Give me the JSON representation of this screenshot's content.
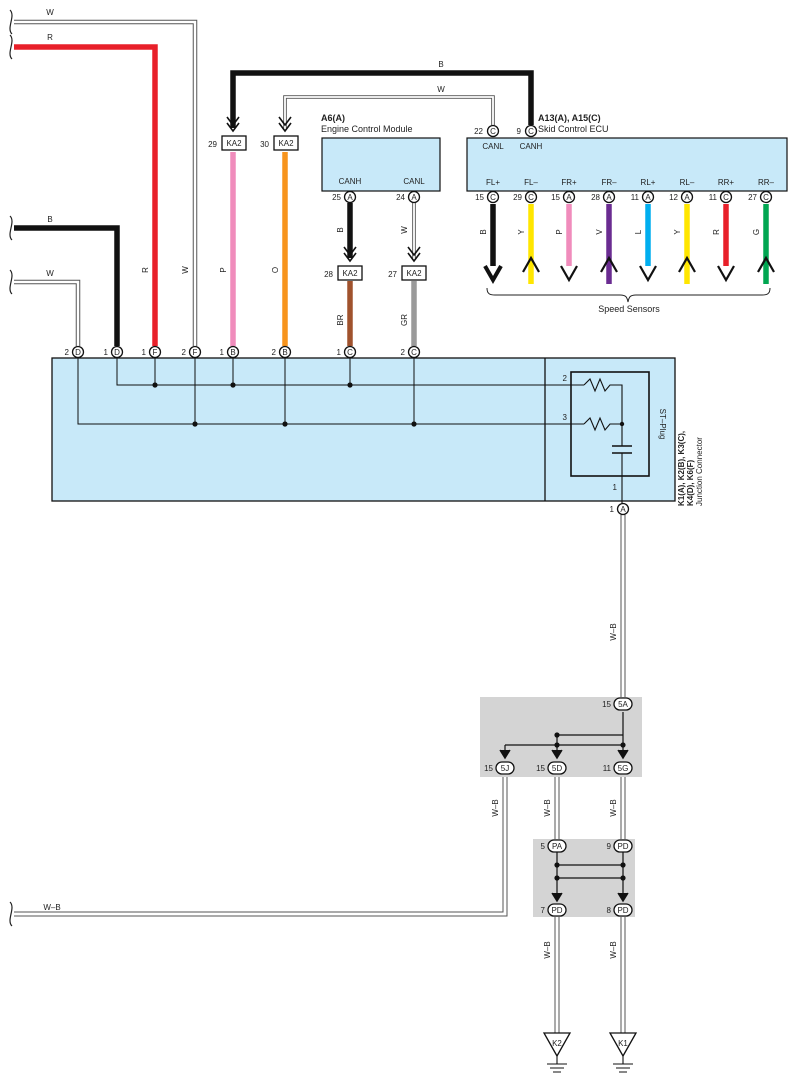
{
  "colors": {
    "black": "#111111",
    "red": "#e8202a",
    "pink": "#f08cbc",
    "orange": "#f7941d",
    "brown": "#a0522d",
    "gray": "#9a9a9a",
    "yellow": "#ffe600",
    "violet": "#6a2c91",
    "blue": "#00aeef",
    "green": "#00a651",
    "box_fill": "#c8e9f9",
    "splice_fill": "#d4d4d4"
  },
  "wire_codes": {
    "W": "W",
    "R": "R",
    "B": "B",
    "P": "P",
    "O": "O",
    "BR": "BR",
    "GR": "GR",
    "Y": "Y",
    "V": "V",
    "L": "L",
    "G": "G",
    "WB": "W–B"
  },
  "ecm": {
    "id": "A6(A)",
    "name": "Engine Control Module",
    "canh": "CANH",
    "canl": "CANL",
    "pin_canh": "25",
    "pin_canl": "24",
    "conn": "A"
  },
  "skid": {
    "id": "A13(A), A15(C)",
    "name": "Skid Control ECU",
    "canl": "CANL",
    "canh": "CANH",
    "pin_canl": "22",
    "pin_canh": "9",
    "conn_c": "C",
    "terminals": [
      {
        "label": "FL+",
        "pin": "15",
        "conn": "C",
        "code": "B"
      },
      {
        "label": "FL–",
        "pin": "29",
        "conn": "C",
        "code": "Y"
      },
      {
        "label": "FR+",
        "pin": "15",
        "conn": "A",
        "code": "P"
      },
      {
        "label": "FR–",
        "pin": "28",
        "conn": "A",
        "code": "V"
      },
      {
        "label": "RL+",
        "pin": "11",
        "conn": "A",
        "code": "L"
      },
      {
        "label": "RL–",
        "pin": "12",
        "conn": "A",
        "code": "Y"
      },
      {
        "label": "RR+",
        "pin": "11",
        "conn": "C",
        "code": "R"
      },
      {
        "label": "RR–",
        "pin": "27",
        "conn": "C",
        "code": "G"
      }
    ],
    "sensors_label": "Speed Sensors"
  },
  "ka2": {
    "label": "KA2",
    "pin29": "29",
    "pin30": "30",
    "pin28": "28",
    "pin27": "27"
  },
  "jc": {
    "pins": [
      {
        "pin": "2",
        "conn": "D"
      },
      {
        "pin": "1",
        "conn": "D"
      },
      {
        "pin": "1",
        "conn": "F"
      },
      {
        "pin": "2",
        "conn": "F"
      },
      {
        "pin": "1",
        "conn": "B"
      },
      {
        "pin": "2",
        "conn": "B"
      },
      {
        "pin": "1",
        "conn": "C"
      },
      {
        "pin": "2",
        "conn": "C"
      }
    ],
    "label_line1": "K1(A), K2(B), K3(C),",
    "label_line2": "K4(D), K6(F)",
    "label_line3": "Junction Connector",
    "st_plug": "ST–Plug",
    "st_pin2": "2",
    "st_pin3": "3",
    "st_pin1": "1",
    "out_pin": "1",
    "out_conn": "A"
  },
  "splice1": {
    "in_pin": "15",
    "in_conn": "5A",
    "out": [
      {
        "pin": "15",
        "conn": "5J"
      },
      {
        "pin": "15",
        "conn": "5D"
      },
      {
        "pin": "11",
        "conn": "5G"
      }
    ]
  },
  "splice2": {
    "top": [
      {
        "pin": "5",
        "conn": "PA"
      },
      {
        "pin": "9",
        "conn": "PD"
      }
    ],
    "bottom": [
      {
        "pin": "7",
        "conn": "PD"
      },
      {
        "pin": "8",
        "conn": "PD"
      }
    ]
  },
  "grounds": {
    "k2": "K2",
    "k1": "K1"
  }
}
